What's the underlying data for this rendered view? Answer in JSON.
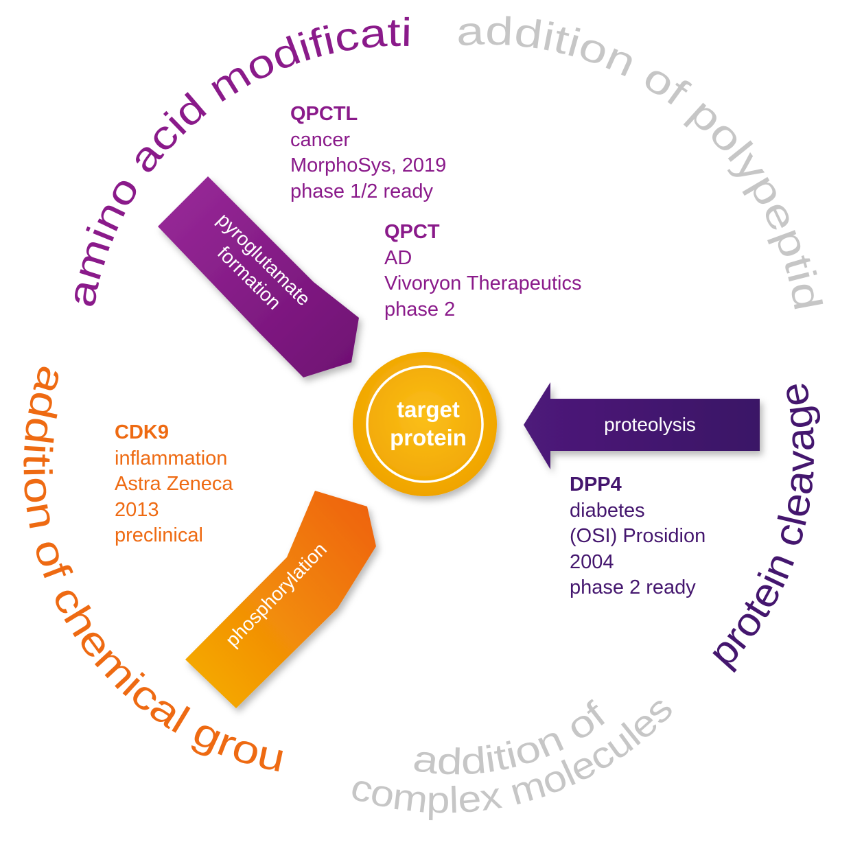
{
  "colors": {
    "purple": "#8a1a8a",
    "indigo": "#44166e",
    "orange": "#ee6a12",
    "gray": "#c6c6c6",
    "gold": "#f5b100"
  },
  "ring_labels": {
    "amino": "amino acid modification",
    "polypeptides": "addition of polypeptides",
    "chemical": "addition of chemical groups",
    "cleavage": "protein cleavage",
    "complex_line1": "addition of",
    "complex_line2": "complex molecules"
  },
  "center": {
    "line1": "target",
    "line2": "protein"
  },
  "arrows": {
    "pyroglutamate": {
      "line1": "pyroglutamate",
      "line2": "formation"
    },
    "proteolysis": "proteolysis",
    "phosphorylation": "phosphorylation"
  },
  "targets": {
    "qpctl": {
      "name": "QPCTL",
      "lines": [
        "cancer",
        "MorphoSys, 2019",
        "phase 1/2 ready"
      ]
    },
    "qpct": {
      "name": "QPCT",
      "lines": [
        "AD",
        "Vivoryon Therapeutics",
        "phase 2"
      ]
    },
    "cdk9": {
      "name": "CDK9",
      "lines": [
        "inflammation",
        "Astra Zeneca",
        "2013",
        "preclinical"
      ]
    },
    "dpp4": {
      "name": "DPP4",
      "lines": [
        "diabetes",
        "(OSI) Prosidion",
        "2004",
        "phase 2 ready"
      ]
    }
  }
}
